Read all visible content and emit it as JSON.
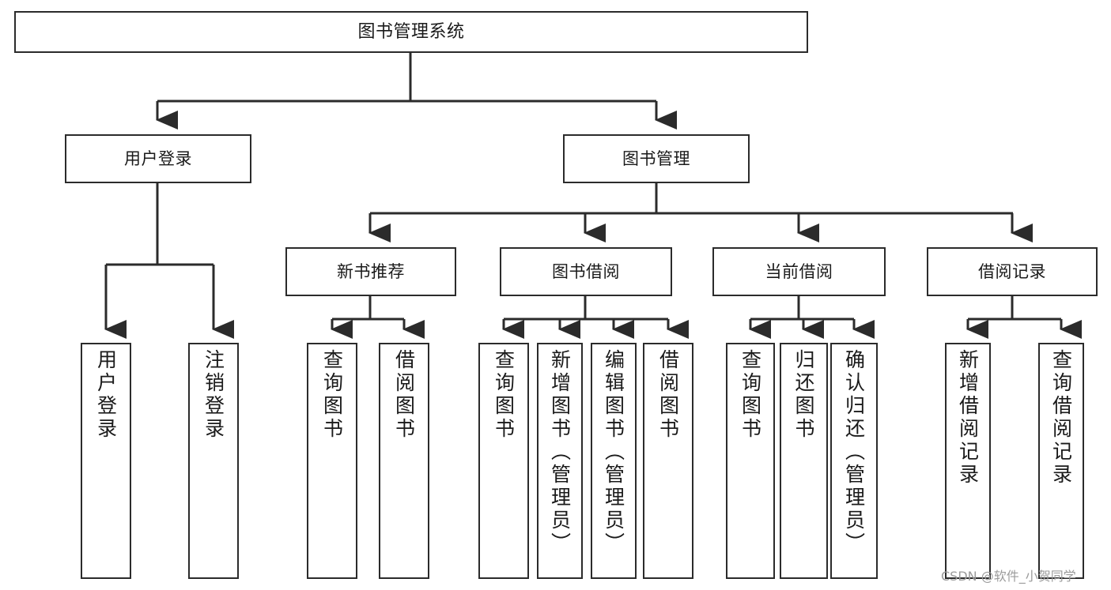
{
  "diagram": {
    "type": "tree-hierarchy",
    "title": "图书管理系统",
    "orientation": "top-down",
    "line_color": "#2b2b2b",
    "box_fill": "#ffffff",
    "text_color": "#1a1a1a"
  },
  "nodes": {
    "root": {
      "label": "图书管理系统"
    },
    "level1": [
      {
        "label": "用户登录"
      },
      {
        "label": "图书管理"
      }
    ],
    "level2": [
      {
        "label": "新书推荐"
      },
      {
        "label": "图书借阅"
      },
      {
        "label": "当前借阅"
      },
      {
        "label": "借阅记录"
      }
    ],
    "leaves": {
      "user_login": [
        {
          "label": "用户登录"
        },
        {
          "label": "注销登录"
        }
      ],
      "new_book_recommend": [
        {
          "label": "查询图书"
        },
        {
          "label": "借阅图书"
        }
      ],
      "book_borrow": [
        {
          "label": "查询图书"
        },
        {
          "label": "新增图书（管理员）"
        },
        {
          "label": "编辑图书（管理员）"
        },
        {
          "label": "借阅图书"
        }
      ],
      "current_borrow": [
        {
          "label": "查询图书"
        },
        {
          "label": "归还图书"
        },
        {
          "label": "确认归还（管理员）"
        }
      ],
      "borrow_record": [
        {
          "label": "新增借阅记录"
        },
        {
          "label": "查询借阅记录"
        }
      ]
    }
  },
  "watermark": {
    "text": "CSDN @软件_小贺同学"
  }
}
